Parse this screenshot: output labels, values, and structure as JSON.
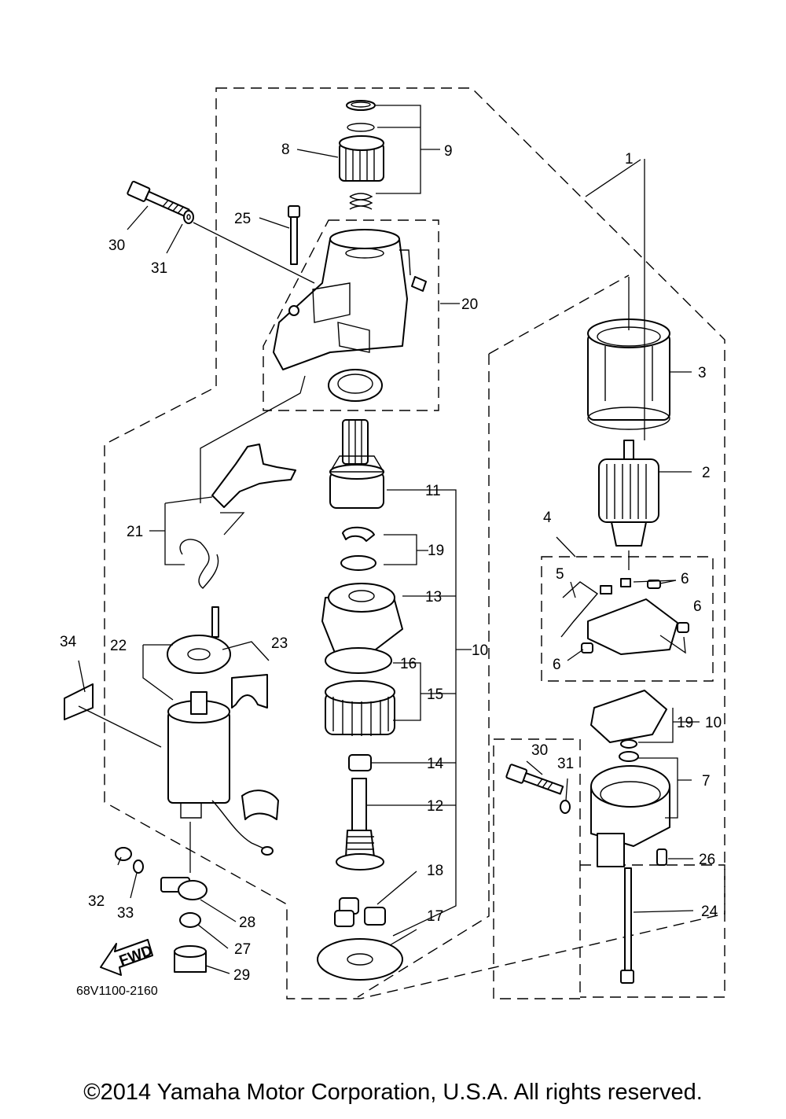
{
  "diagram": {
    "drawing_code": "68V1100-2160",
    "direction_label": "FWD",
    "copyright": "©2014 Yamaha Motor Corporation, U.S.A. All rights reserved.",
    "callouts": {
      "c1": "1",
      "c2": "2",
      "c3": "3",
      "c4": "4",
      "c5": "5",
      "c6a": "6",
      "c6b": "6",
      "c6c": "6",
      "c7": "7",
      "c8": "8",
      "c9": "9",
      "c10a": "10",
      "c10b": "10",
      "c11": "11",
      "c12": "12",
      "c13": "13",
      "c14": "14",
      "c15": "15",
      "c16": "16",
      "c17": "17",
      "c18": "18",
      "c19a": "19",
      "c19b": "19",
      "c20": "20",
      "c21": "21",
      "c22": "22",
      "c23": "23",
      "c24": "24",
      "c25": "25",
      "c26": "26",
      "c27": "27",
      "c28": "28",
      "c29": "29",
      "c30a": "30",
      "c30b": "30",
      "c31a": "31",
      "c31b": "31",
      "c32": "32",
      "c33": "33",
      "c34": "34"
    }
  }
}
